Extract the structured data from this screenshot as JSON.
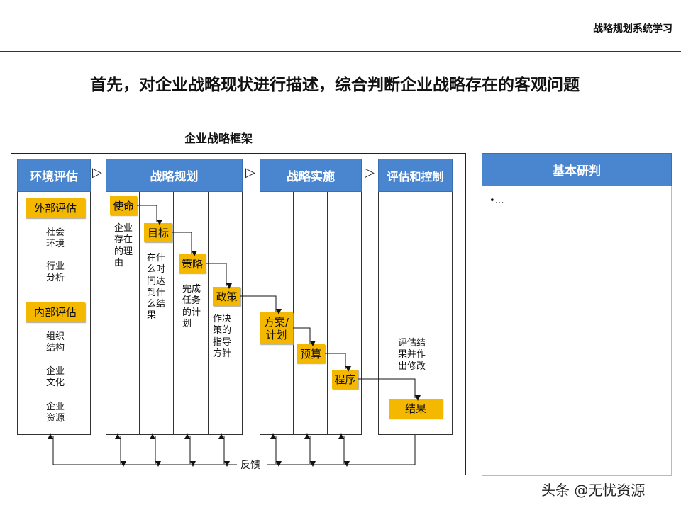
{
  "header": {
    "title": "战略规划系统学习"
  },
  "main_title": "首先，对企业战略现状进行描述，综合判断企业战略存在的客观问题",
  "framework": {
    "title": "企业战略框架",
    "stages": [
      {
        "label": "环境评估"
      },
      {
        "label": "战略规划"
      },
      {
        "label": "战略实施"
      },
      {
        "label": "评估和控制"
      }
    ],
    "env": {
      "external": "外部评估",
      "items_external": [
        "社会\n环境",
        "行业\n分析"
      ],
      "internal": "内部评估",
      "items_internal": [
        "组织\n结构",
        "企业\n文化",
        "企业\n资源"
      ]
    },
    "planning": [
      {
        "box": "使命",
        "desc": "企业\n存在\n的理\n由"
      },
      {
        "box": "目标",
        "desc": "在什\n么时\n间达\n到什\n么结\n果"
      },
      {
        "box": "策略",
        "desc": "完成\n任务\n的计\n划"
      },
      {
        "box": "政策",
        "desc": "作决\n策的\n指导\n方针"
      }
    ],
    "implementation": [
      "方案/\n计划",
      "预算",
      "程序"
    ],
    "evaluation": {
      "desc": "评估结\n果并作\n出修改",
      "box": "结果"
    },
    "feedback": "反馈"
  },
  "right_panel": {
    "title": "基本研判",
    "body": "•…"
  },
  "watermark": "头条 @无忧资源",
  "colors": {
    "blue": "#4a86d0",
    "yellow": "#f5b800"
  }
}
